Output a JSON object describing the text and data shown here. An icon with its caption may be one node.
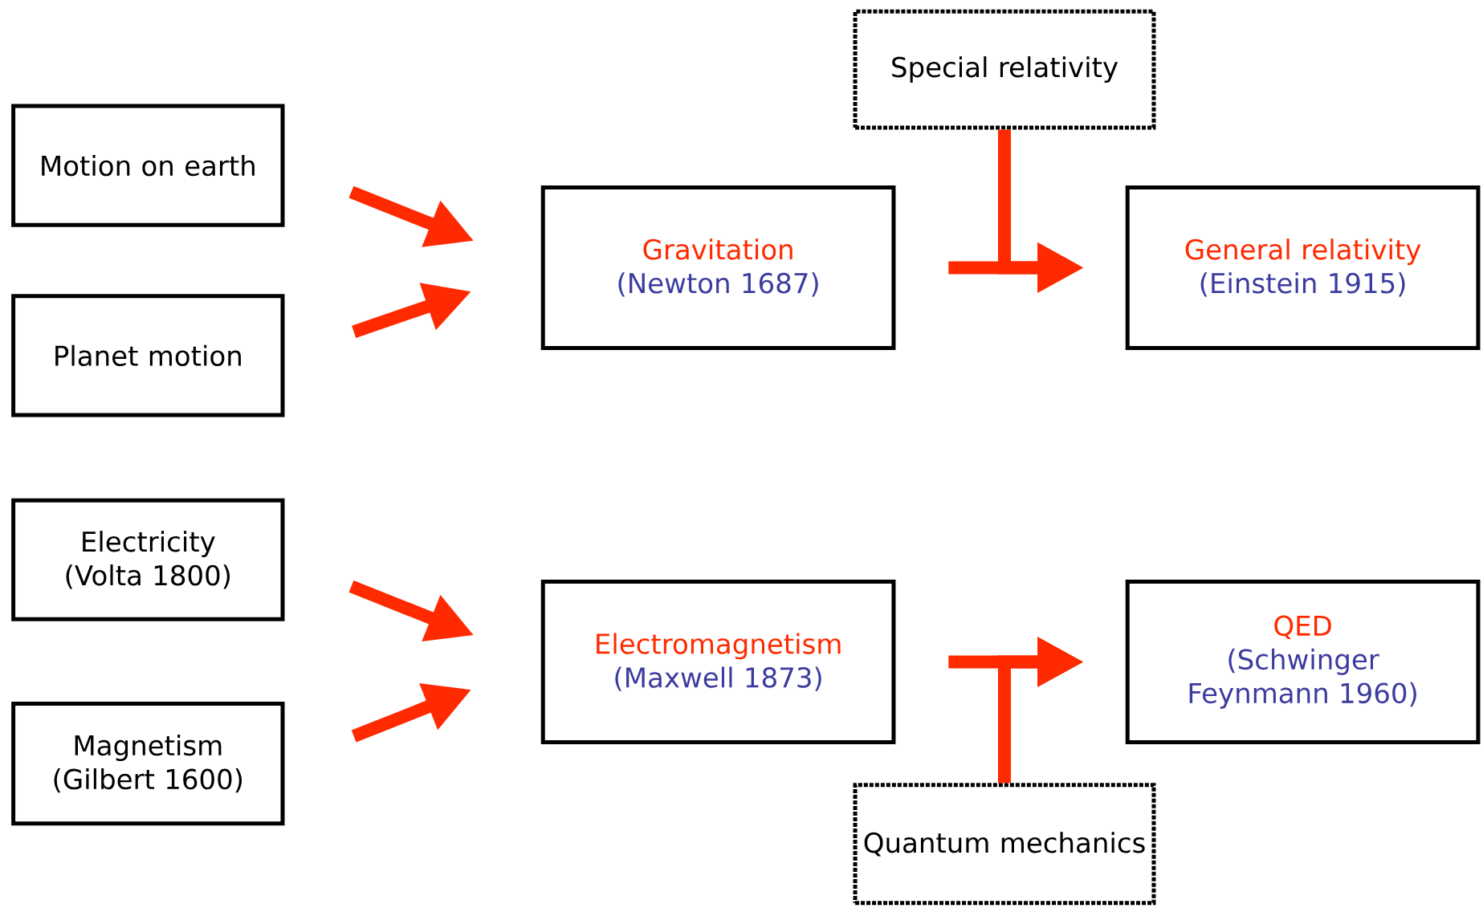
{
  "diagram": {
    "nodes": [
      {
        "text": [
          "Motion on earth"
        ]
      },
      {
        "text": [
          "Planet motion"
        ]
      },
      {
        "text": [
          "Gravitation",
          "(Newton 1687)"
        ]
      },
      {
        "text": [
          "Special relativity"
        ]
      },
      {
        "text": [
          "General relativity",
          "(Einstein 1915)"
        ]
      },
      {
        "text": [
          "Electricity (Volta 1800)"
        ]
      },
      {
        "text": [
          "Magnetism (Gilbert 1600)"
        ]
      },
      {
        "text": [
          "Electromagnetism",
          "(Maxwell 1873)"
        ]
      },
      {
        "text": [
          "Quantum mechanics"
        ]
      },
      {
        "text": [
          "QED",
          "(Schwinger Feynmann 1960)"
        ]
      }
    ],
    "edges": [
      {
        "from": 0,
        "to": 2,
        "arrow": "to"
      },
      {
        "from": 1,
        "to": 2,
        "arrow": "to"
      },
      {
        "from": 2,
        "to": 4,
        "arrow": "to"
      },
      {
        "from": 3,
        "to": 4,
        "arrow": "to"
      },
      {
        "from": 5,
        "to": 7,
        "arrow": "to"
      },
      {
        "from": 6,
        "to": 7,
        "arrow": "to"
      },
      {
        "from": 7,
        "to": 9,
        "arrow": "to"
      },
      {
        "from": 8,
        "to": 9,
        "arrow": "to"
      }
    ]
  }
}
